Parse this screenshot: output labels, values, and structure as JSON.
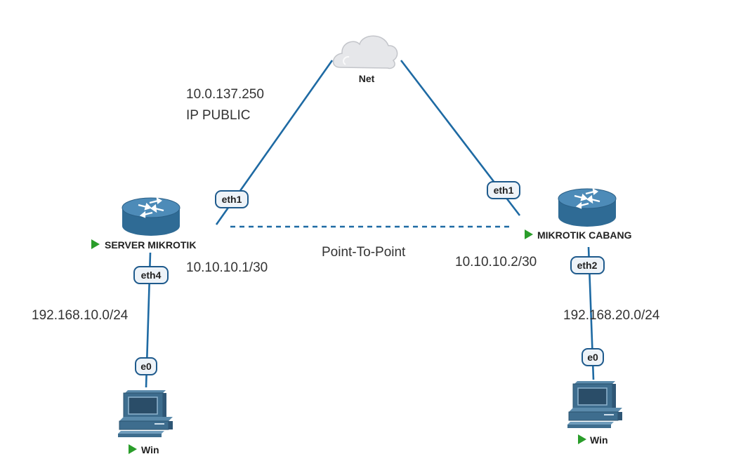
{
  "colors": {
    "link": "#1e6aa3",
    "router_body": "#3a7aa8",
    "router_dark": "#23597f",
    "play_icon": "#2a9d2a",
    "pc": "#3e6d8e",
    "cloud": "#e4e6ea"
  },
  "nodes": {
    "net": {
      "label": "Net",
      "icon": "cloud-icon"
    },
    "server_router": {
      "label": "SERVER MIKROTIK",
      "icon": "router-icon",
      "status_icon": "play-icon"
    },
    "branch_router": {
      "label": "MIKROTIK CABANG",
      "icon": "router-icon",
      "status_icon": "play-icon"
    },
    "pc_left": {
      "label": "Win",
      "icon": "pc-icon",
      "status_icon": "play-icon"
    },
    "pc_right": {
      "label": "Win",
      "icon": "pc-icon",
      "status_icon": "play-icon"
    }
  },
  "ports": {
    "server_eth1": "eth1",
    "branch_eth1": "eth1",
    "server_eth4": "eth4",
    "branch_eth2": "eth2",
    "pc_left_e0": "e0",
    "pc_right_e0": "e0"
  },
  "annotations": {
    "public_ip": "10.0.137.250",
    "public_label": "IP PUBLIC",
    "p2p_label": "Point-To-Point",
    "server_p2p_ip": "10.10.10.1/30",
    "branch_p2p_ip": "10.10.10.2/30",
    "left_lan": "192.168.10.0/24",
    "right_lan": "192.168.20.0/24"
  }
}
